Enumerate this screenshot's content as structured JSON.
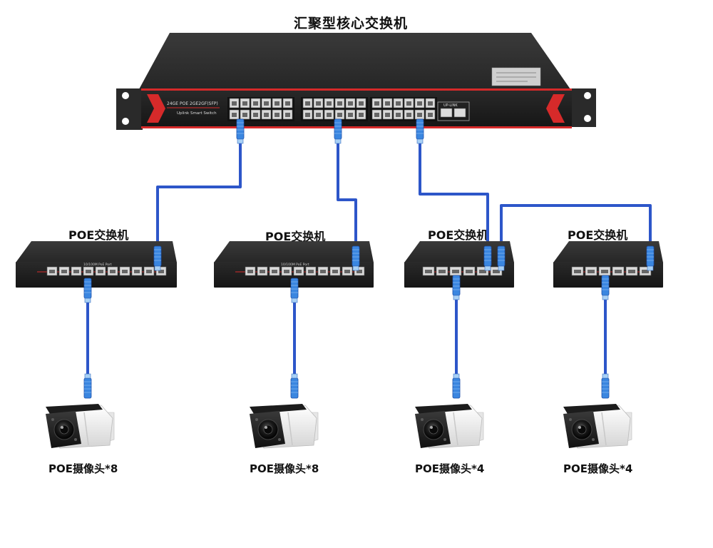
{
  "core_switch": {
    "title": "汇聚型核心交换机",
    "model_text": "24GE POE 2GE2GF(SFP)",
    "subtitle_text": "Uplink Smart Switch",
    "uplink_text": "UP-LINK"
  },
  "access_switches": [
    {
      "label": "POE交换机",
      "panel_text": "10/100M PoE Port",
      "cameras_label": "POE摄像头*8"
    },
    {
      "label": "POE交换机",
      "panel_text": "10/100M PoE Port",
      "cameras_label": "POE摄像头*8"
    },
    {
      "label": "POE交换机",
      "panel_text": "",
      "cameras_label": "POE摄像头*4"
    },
    {
      "label": "POE交换机",
      "panel_text": "",
      "cameras_label": "POE摄像头*4"
    }
  ],
  "colors": {
    "cable": "#2d56c9",
    "connector": "#3a86e0",
    "chassis": "#2b2b2b",
    "accent_red": "#d62a2a",
    "camera_body": "#f1f1f1"
  }
}
